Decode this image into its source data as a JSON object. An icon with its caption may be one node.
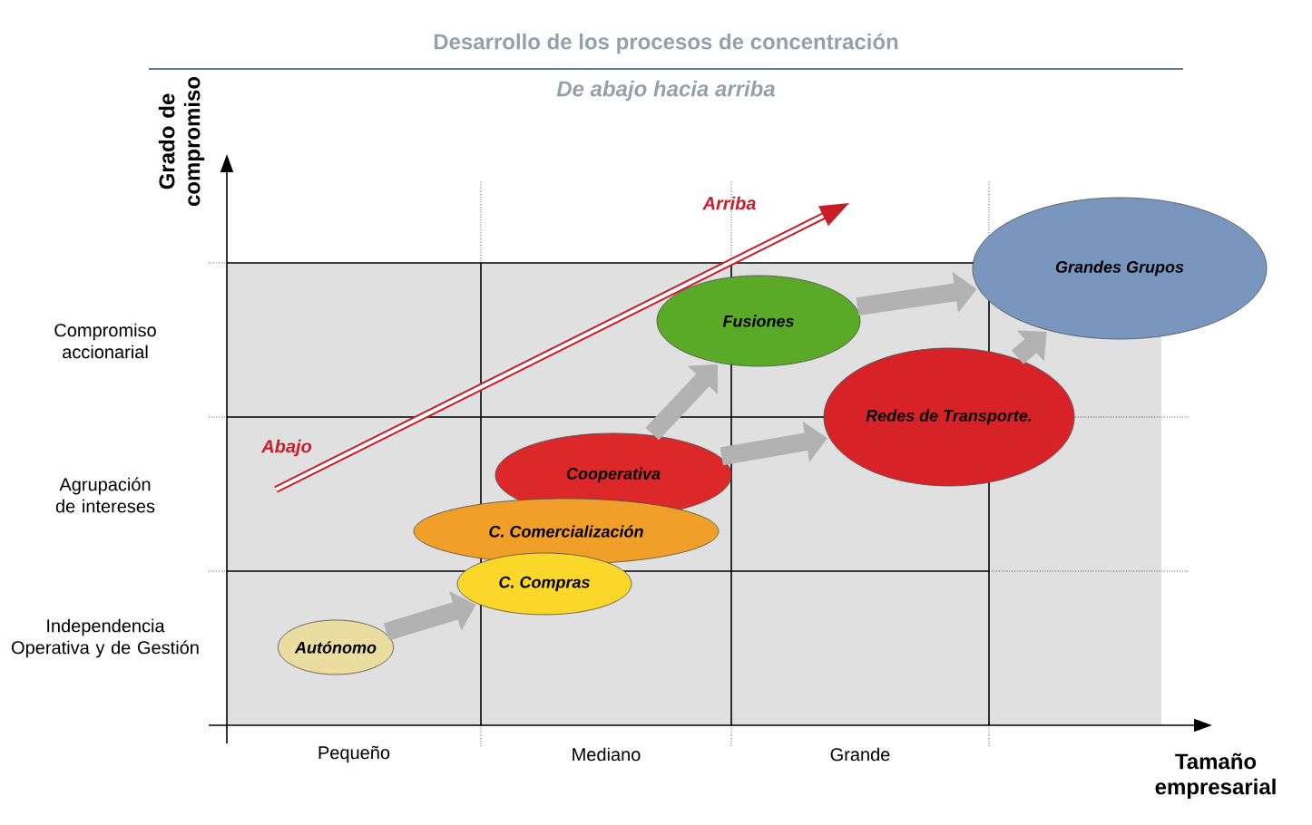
{
  "diagram": {
    "title": "Desarrollo de los procesos de concentración",
    "nodes": [
      {
        "text": [
          "Autónomo"
        ]
      },
      {
        "text": [
          "C. Compras"
        ]
      },
      {
        "text": [
          "C. Comercialización"
        ]
      },
      {
        "text": [
          "Cooperativa"
        ]
      },
      {
        "text": [
          "Fusiones"
        ]
      },
      {
        "text": [
          "Redes de Transporte."
        ]
      },
      {
        "text": [
          "Grandes Grupos"
        ]
      }
    ],
    "edges": [
      {
        "from": 0,
        "to": 1,
        "arrow": "to"
      },
      {
        "from": 3,
        "to": 4,
        "arrow": "to"
      },
      {
        "from": 3,
        "to": 5,
        "arrow": "to"
      },
      {
        "from": 4,
        "to": 6,
        "arrow": "to"
      },
      {
        "from": 5,
        "to": 6,
        "arrow": "to"
      }
    ],
    "labels": [
      "De abajo hacia arriba",
      "Grado de compromiso",
      "Arriba",
      "Compromiso accionarial",
      "Abajo",
      "Agrupación de intereses",
      "Independencia Operativa y de Gestión",
      "Pequeño",
      "Mediano",
      "Grande",
      "Tamaño empresarial"
    ]
  }
}
